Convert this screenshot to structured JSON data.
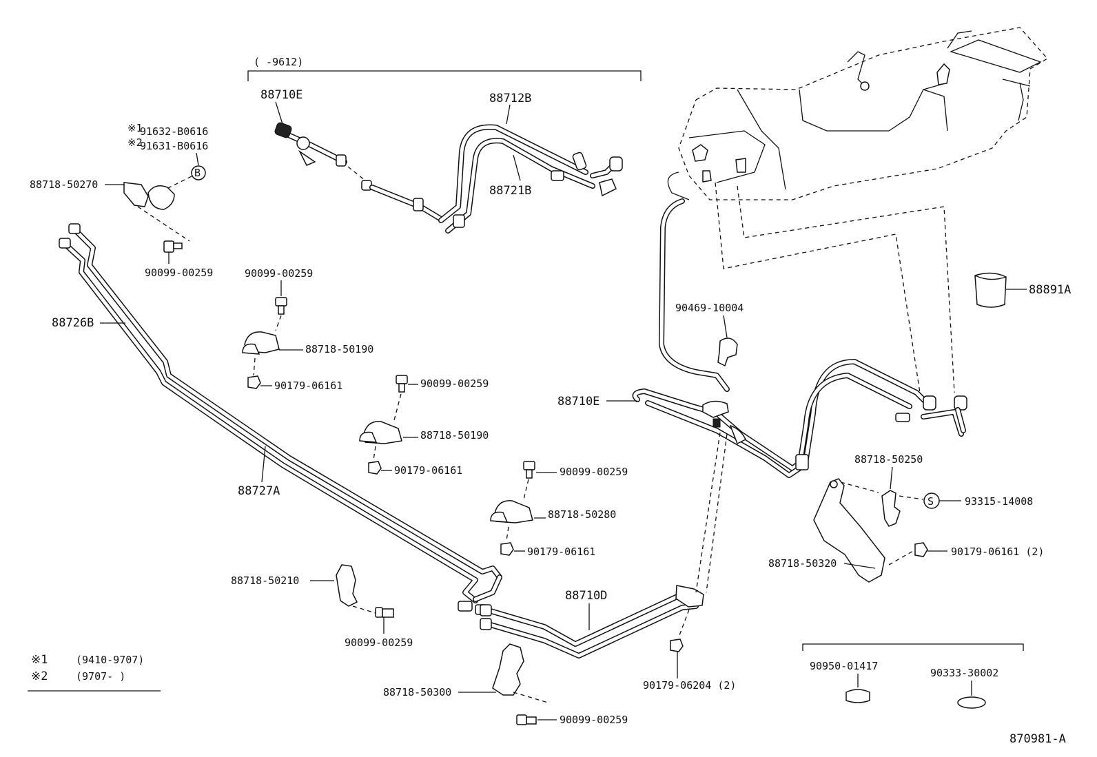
{
  "diagram": {
    "reference_code": "870981-A",
    "date_range_label": "(    -9612)",
    "legend": [
      {
        "mark": "※1",
        "range": "(9410-9707)"
      },
      {
        "mark": "※2",
        "range": "(9707-    )"
      }
    ],
    "callouts": {
      "p88710E_top": "88710E",
      "p88712B": "88712B",
      "p88721B": "88721B",
      "p91632_mark": "※1",
      "p91632": "91632-B0616",
      "p91631_mark": "※2",
      "p91631": "91631-B0616",
      "circle_b": "B",
      "p88718_50270": "88718-50270",
      "p90099_a": "90099-00259",
      "p90099_b": "90099-00259",
      "p88718_50190_a": "88718-50190",
      "p90179_a": "90179-06161",
      "p88726B": "88726B",
      "p90099_c": "90099-00259",
      "p88718_50190_b": "88718-50190",
      "p90179_b": "90179-06161",
      "p88727A": "88727A",
      "p90099_d": "90099-00259",
      "p88718_50280": "88718-50280",
      "p90179_c": "90179-06161",
      "p88718_50210": "88718-50210",
      "p90099_e": "90099-00259",
      "p88710D": "88710D",
      "p88718_50300": "88718-50300",
      "p90099_f": "90099-00259",
      "p90179_06204": "90179-06204 (2)",
      "p90469": "90469-10004",
      "p88891A": "88891A",
      "p88710E_mid": "88710E",
      "p88718_50250": "88718-50250",
      "circle_s": "S",
      "p93315": "93315-14008",
      "p90179_2": "90179-06161 (2)",
      "p88718_50320": "88718-50320",
      "p90950": "90950-01417",
      "p90333": "90333-30002"
    }
  }
}
